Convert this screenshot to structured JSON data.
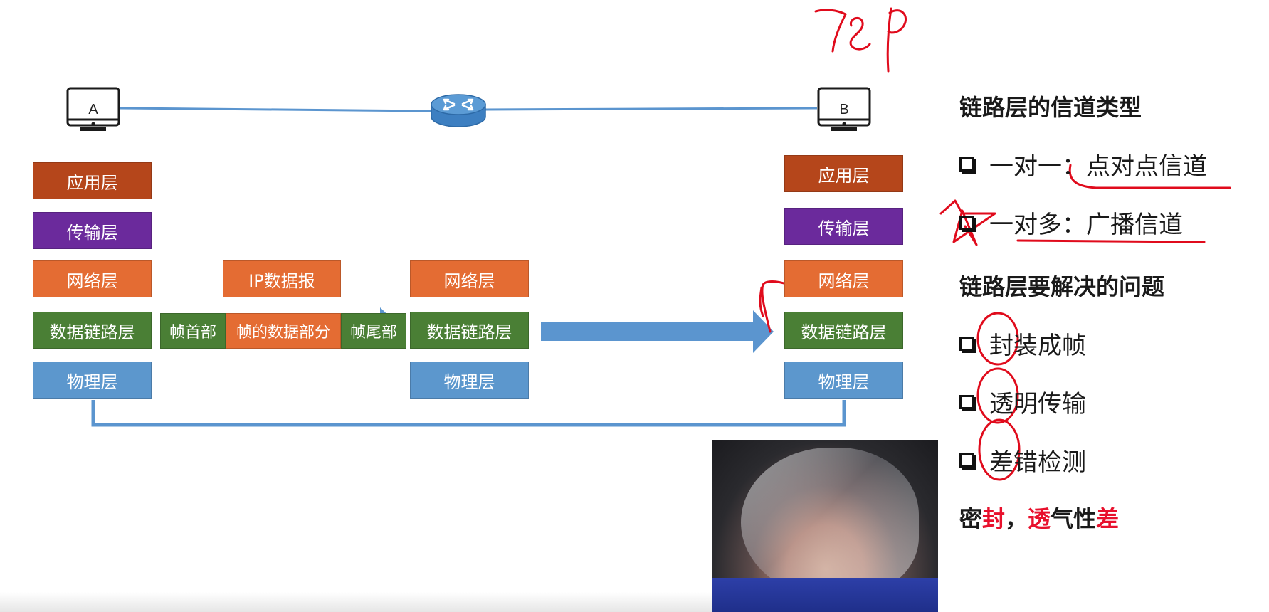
{
  "hosts": {
    "a": "A",
    "b": "B"
  },
  "stacks": {
    "host_a": [
      "应用层",
      "传输层",
      "网络层",
      "数据链路层",
      "物理层"
    ],
    "router": [
      "网络层",
      "数据链路层",
      "物理层"
    ],
    "host_b": [
      "应用层",
      "传输层",
      "网络层",
      "数据链路层",
      "物理层"
    ]
  },
  "frame": {
    "packet": "IP数据报",
    "header": "帧首部",
    "payload": "帧的数据部分",
    "trailer": "帧尾部"
  },
  "notes": {
    "heading_channels": "链路层的信道类型",
    "channels": [
      {
        "kind": "一对一：",
        "name": "点对点信道"
      },
      {
        "kind": "一对多：",
        "name": "广播信道"
      }
    ],
    "heading_problems": "链路层要解决的问题",
    "problems": [
      "封装成帧",
      "透明传输",
      "差错检测"
    ],
    "tagline": {
      "p1": "密",
      "p2": "封",
      "p3": "，",
      "p4": "透",
      "p5": "气性",
      "p6": "差"
    }
  },
  "colors": {
    "application": "#b5461b",
    "transport": "#6b2a9c",
    "network": "#e46c33",
    "datalink": "#4a7f35",
    "physical": "#5c97cd",
    "link_line": "#5b95cf",
    "annotation_ink": "#e00b1c",
    "highlight": "#e8112d"
  },
  "icons": {
    "host": "computer-monitor-icon",
    "router": "router-icon"
  }
}
